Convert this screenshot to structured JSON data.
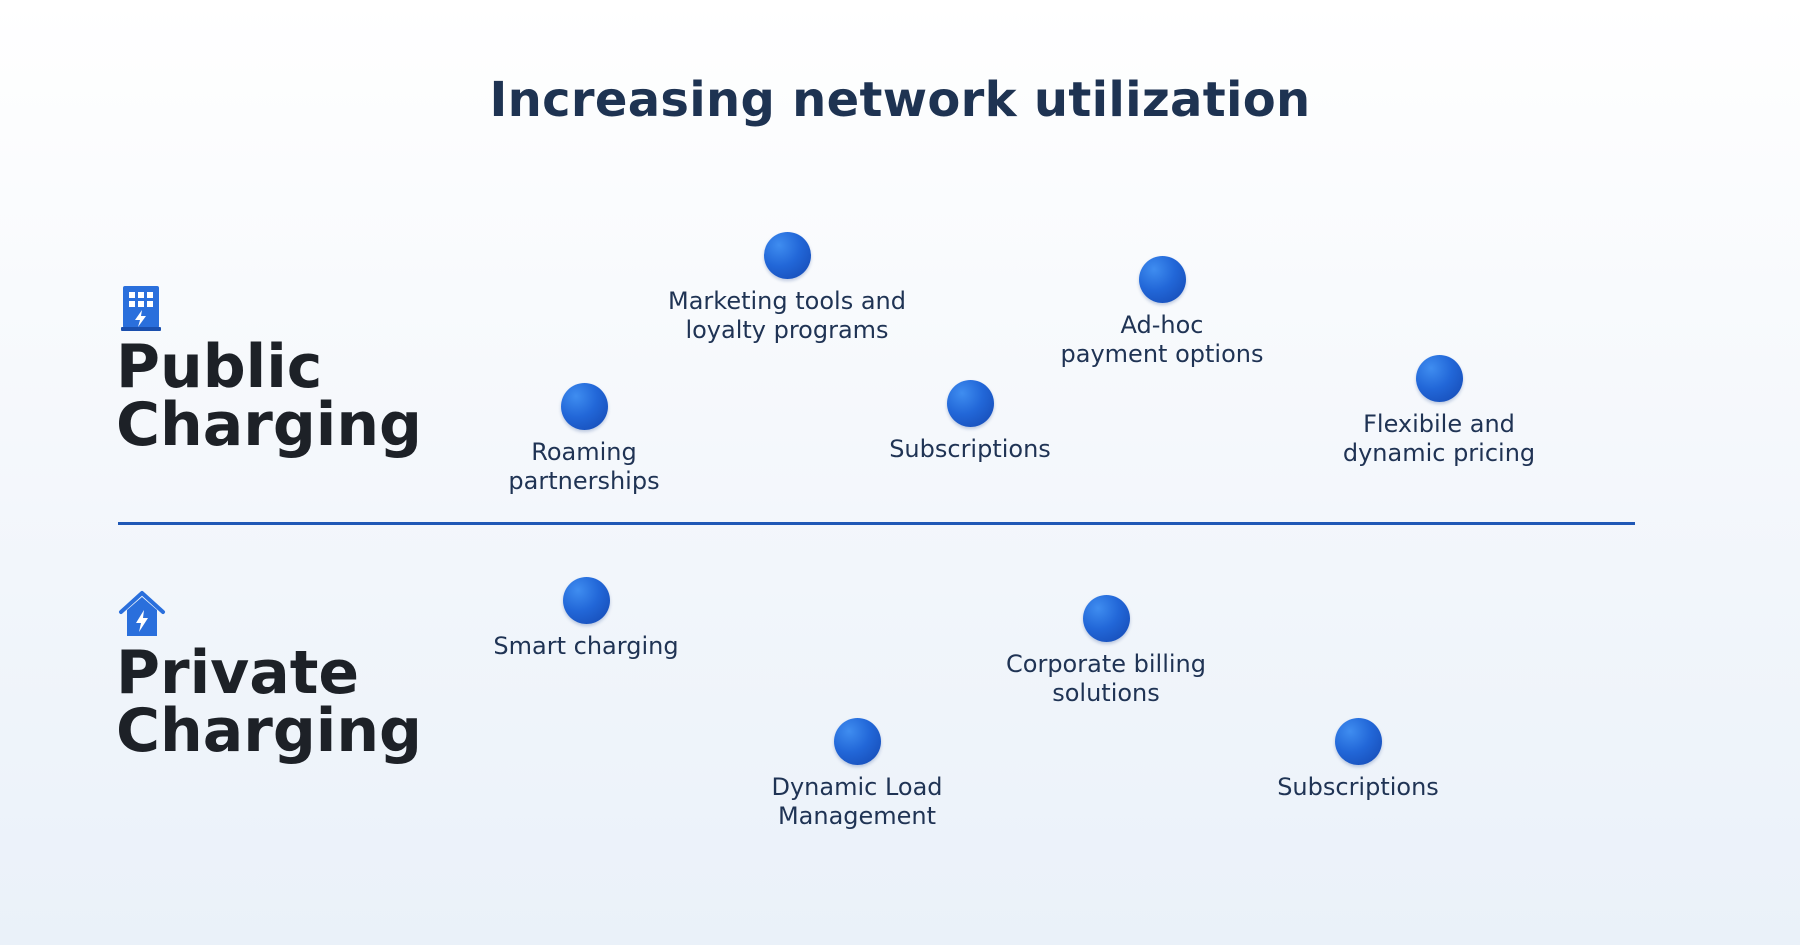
{
  "title": "Increasing network utilization",
  "colors": {
    "accent": "#1f58b6",
    "dot": "#2267d8",
    "title": "#1e3352",
    "heading": "#1d2127",
    "label": "#1f3354"
  },
  "sections": {
    "public": {
      "icon": "building-bolt-icon",
      "heading_line1": "Public",
      "heading_line2": "Charging",
      "items": [
        {
          "label": "Marketing tools and\nloyalty programs"
        },
        {
          "label": "Ad-hoc\npayment options"
        },
        {
          "label": "Roaming\npartnerships"
        },
        {
          "label": "Subscriptions"
        },
        {
          "label": "Flexibile and\ndynamic pricing"
        }
      ]
    },
    "private": {
      "icon": "house-bolt-icon",
      "heading_line1": "Private",
      "heading_line2": "Charging",
      "items": [
        {
          "label": "Smart charging"
        },
        {
          "label": "Corporate billing\nsolutions"
        },
        {
          "label": "Dynamic Load\nManagement"
        },
        {
          "label": "Subscriptions"
        }
      ]
    }
  }
}
